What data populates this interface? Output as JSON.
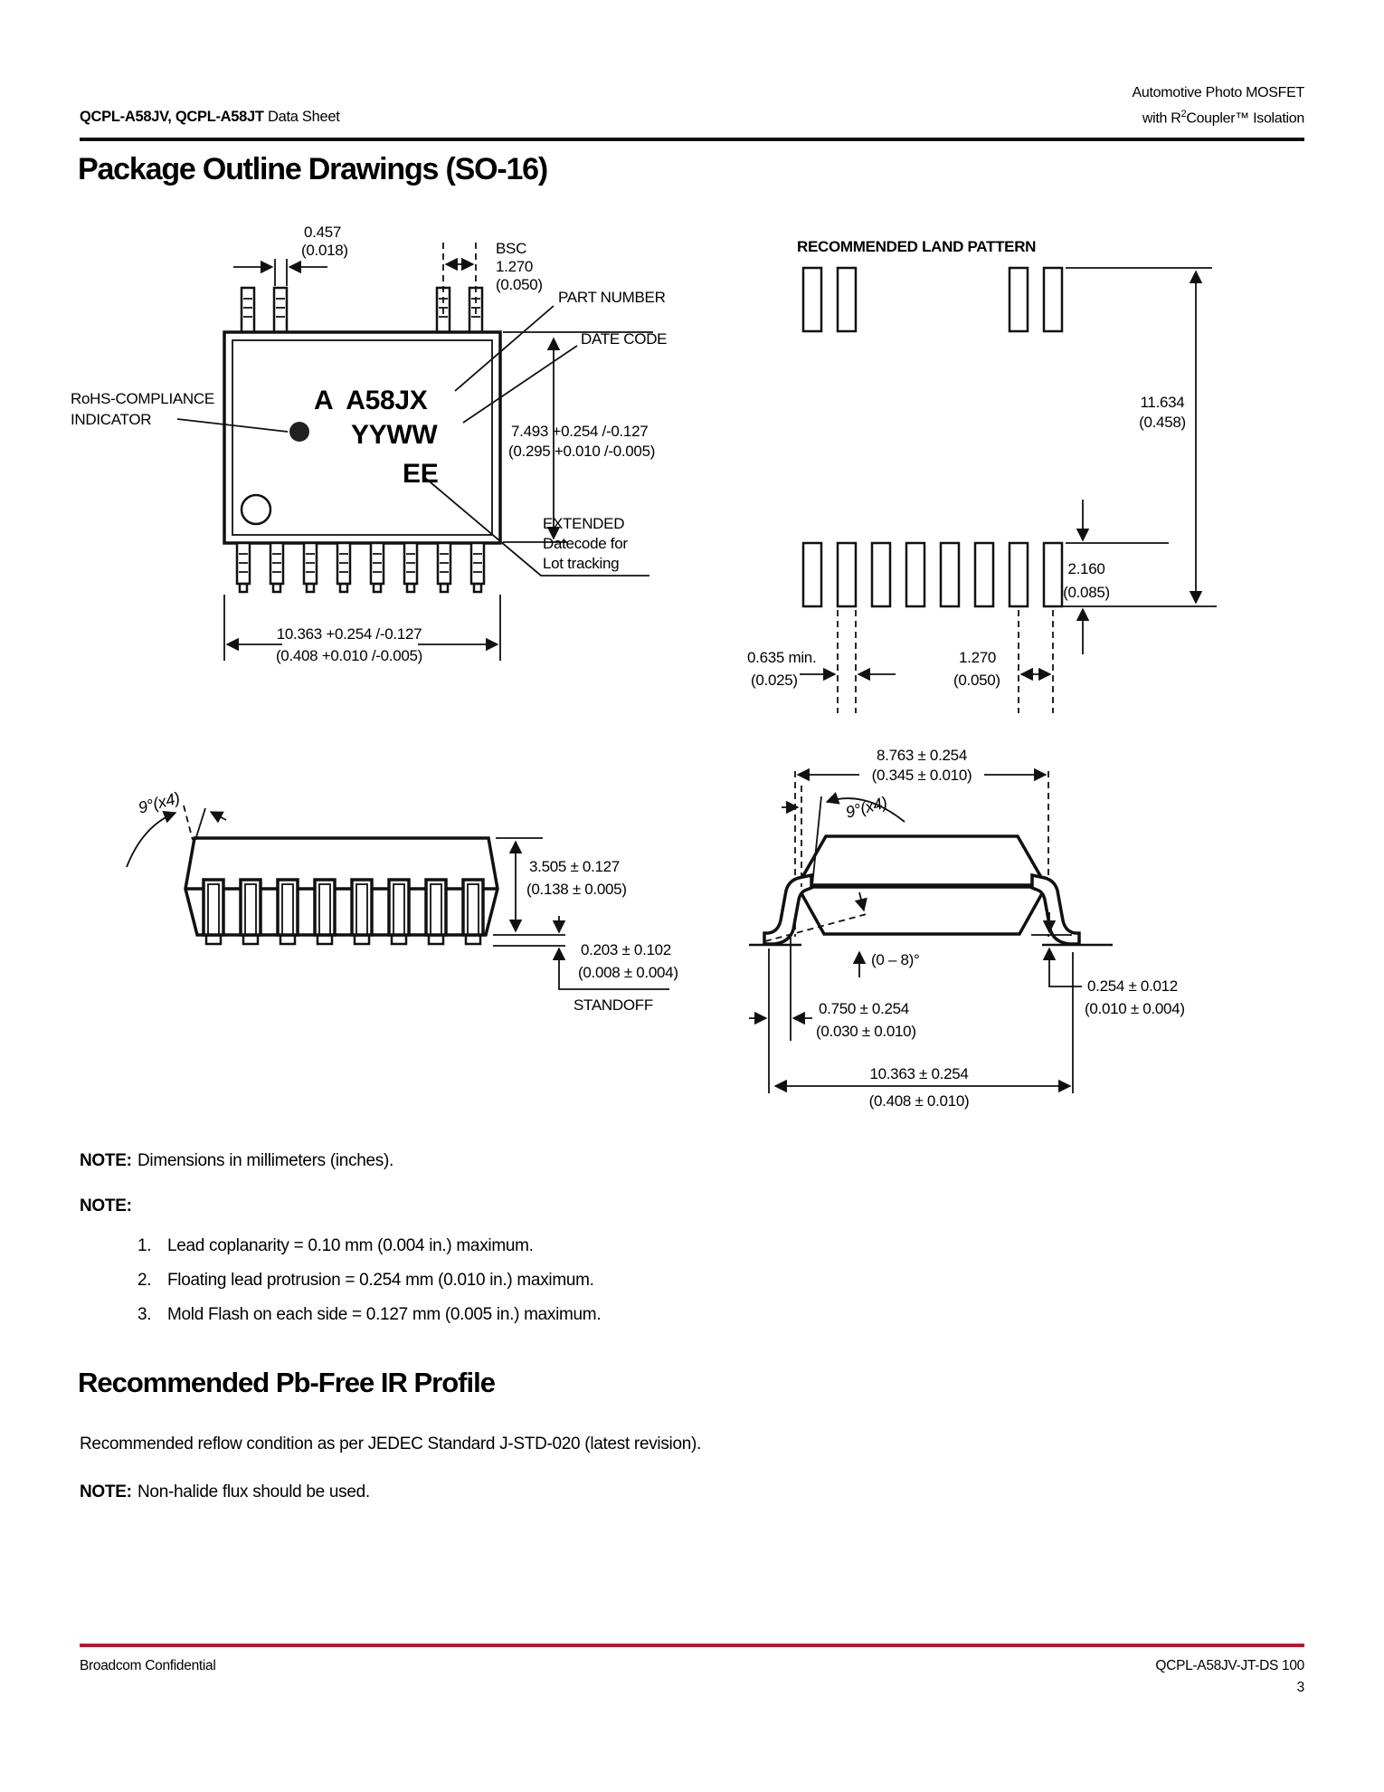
{
  "header": {
    "left_bold": "QCPL-A58JV, QCPL-A58JT",
    "left_regular": " Data Sheet",
    "right_line1": "Automotive Photo MOSFET",
    "right_line2_pre": "with R",
    "right_line2_sup": "2",
    "right_line2_rest": "Coupler™ Isolation"
  },
  "title": "Package Outline Drawings (SO-16)",
  "drawings": {
    "top_view": {
      "dim_width": "0.457",
      "dim_width_in": "(0.018)",
      "bsc1": "BSC",
      "bsc2": "1.270",
      "bsc3": "(0.050)",
      "part_number": "PART NUMBER",
      "date_code": "DATE CODE",
      "dim_height": "7.493 +0.254 /-0.127",
      "dim_height_in": "(0.295 +0.010 /-0.005)",
      "ext1": "EXTENDED",
      "ext2": "Datecode for",
      "ext3": "Lot tracking",
      "rohs1": "RoHS-COMPLIANCE",
      "rohs2": "INDICATOR",
      "mark1": "A  A58JX",
      "mark2": "YYWW",
      "mark3": "EE",
      "dim_len": "10.363 +0.254 /-0.127",
      "dim_len_in": "(0.408 +0.010 /-0.005)"
    },
    "land_pattern": {
      "title": "RECOMMENDED LAND PATTERN",
      "height": "11.634",
      "height_in": "(0.458)",
      "pad": "2.160",
      "pad_in": "(0.085)",
      "gap": "0.635 min.",
      "gap_in": "(0.025)",
      "pitch": "1.270",
      "pitch_in": "(0.050)"
    },
    "side_view": {
      "angle": "9°(x4)",
      "height": "3.505 ± 0.127",
      "height_in": "(0.138 ± 0.005)",
      "standoff_val": "0.203 ± 0.102",
      "standoff_val_in": "(0.008 ± 0.004)",
      "standoff_label": "STANDOFF"
    },
    "end_view": {
      "width": "8.763 ± 0.254",
      "width_in": "(0.345 ± 0.010)",
      "angle": "9°(x4)",
      "lead_angle": "(0 – 8)°",
      "foot": "0.750 ± 0.254",
      "foot_in": "(0.030 ± 0.010)",
      "thickness": "0.254 ± 0.012",
      "thickness_in": "(0.010 ± 0.004)",
      "total": "10.363 ± 0.254",
      "total_in": "(0.408 ± 0.010)"
    }
  },
  "notes": {
    "note1_label": "NOTE:",
    "note1_text": "Dimensions in millimeters (inches).",
    "note2_label": "NOTE:",
    "list": [
      {
        "num": "1.",
        "text": "Lead coplanarity = 0.10 mm (0.004 in.) maximum."
      },
      {
        "num": "2.",
        "text": "Floating lead protrusion = 0.254 mm (0.010 in.) maximum."
      },
      {
        "num": "3.",
        "text": "Mold Flash on each side = 0.127 mm (0.005 in.) maximum."
      }
    ]
  },
  "ir_profile": {
    "heading": "Recommended Pb-Free IR Profile",
    "body": "Recommended reflow condition as per JEDEC Standard J-STD-020 (latest revision).",
    "note_label": "NOTE:",
    "note_text": "Non-halide flux should be used."
  },
  "footer": {
    "left": "Broadcom Confidential",
    "doc_number": "QCPL-A58JV-JT-DS 100",
    "page_number": "3",
    "rule_color": "#C8102E"
  }
}
